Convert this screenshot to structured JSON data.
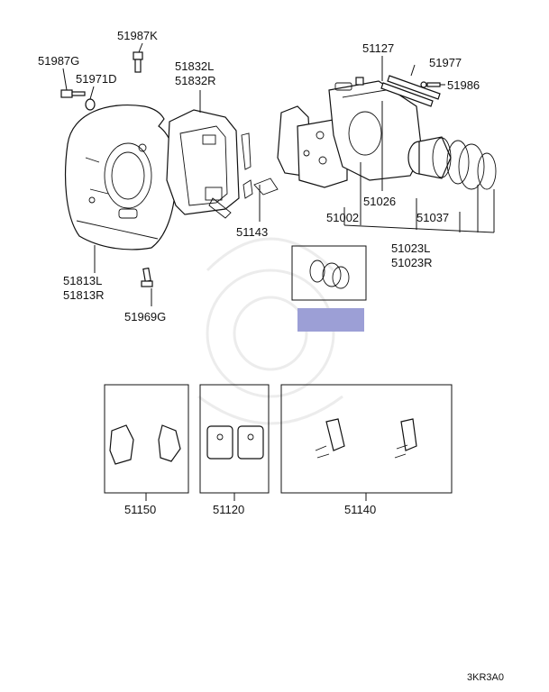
{
  "labels": {
    "p51987K": "51987K",
    "p51987G": "51987G",
    "p51971D": "51971D",
    "p51832L": "51832L",
    "p51832R": "51832R",
    "p51127": "51127",
    "p51977": "51977",
    "p51986": "51986",
    "p51143": "51143",
    "p51026": "51026",
    "p51002": "51002",
    "p51037": "51037",
    "p51023L": "51023L",
    "p51023R": "51023R",
    "p51813L": "51813L",
    "p51813R": "51813R",
    "p51969G": "51969G",
    "p51150": "51150",
    "p51120": "51120",
    "p51140": "51140"
  },
  "diagram_code": "3KR3A0",
  "colors": {
    "highlight": "#9c9fd6",
    "line": "#111111"
  }
}
